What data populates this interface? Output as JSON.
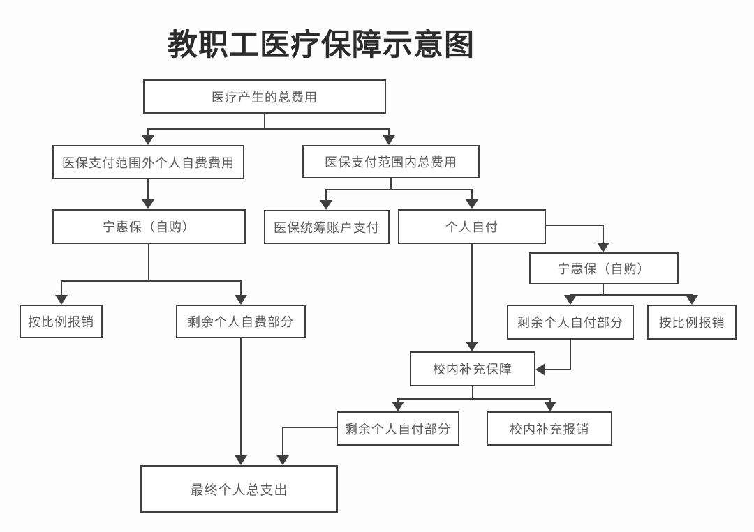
{
  "title": "教职工医疗保障示意图",
  "diagram": {
    "nodes": {
      "total_cost": {
        "label": "医疗产生的总费用"
      },
      "out_of_scope": {
        "label": "医保支付范围外个人自费费用"
      },
      "in_scope": {
        "label": "医保支付范围内总费用"
      },
      "ninghuibao_left": {
        "label": "宁惠保（自购）"
      },
      "pooled_account": {
        "label": "医保统筹账户支付"
      },
      "self_pay": {
        "label": "个人自付"
      },
      "ninghuibao_right": {
        "label": "宁惠保（自购）"
      },
      "proportional_left": {
        "label": "按比例报销"
      },
      "remaining_self_funded": {
        "label": "剩余个人自费部分"
      },
      "remaining_self_pay_right": {
        "label": "剩余个人自付部分"
      },
      "proportional_right": {
        "label": "按比例报销"
      },
      "school_supplement": {
        "label": "校内补充保障"
      },
      "remaining_self_pay_bottom": {
        "label": "剩余个人自付部分"
      },
      "school_reimburse": {
        "label": "校内补充报销"
      },
      "final_total": {
        "label": "最终个人总支出"
      }
    },
    "edges": [
      {
        "from": "total_cost",
        "to": "out_of_scope"
      },
      {
        "from": "total_cost",
        "to": "in_scope"
      },
      {
        "from": "out_of_scope",
        "to": "ninghuibao_left"
      },
      {
        "from": "in_scope",
        "to": "pooled_account"
      },
      {
        "from": "in_scope",
        "to": "self_pay"
      },
      {
        "from": "self_pay",
        "to": "ninghuibao_right"
      },
      {
        "from": "self_pay",
        "to": "school_supplement"
      },
      {
        "from": "ninghuibao_left",
        "to": "proportional_left"
      },
      {
        "from": "ninghuibao_left",
        "to": "remaining_self_funded"
      },
      {
        "from": "ninghuibao_right",
        "to": "remaining_self_pay_right"
      },
      {
        "from": "ninghuibao_right",
        "to": "proportional_right"
      },
      {
        "from": "remaining_self_pay_right",
        "to": "school_supplement"
      },
      {
        "from": "school_supplement",
        "to": "remaining_self_pay_bottom"
      },
      {
        "from": "school_supplement",
        "to": "school_reimburse"
      },
      {
        "from": "remaining_self_funded",
        "to": "final_total"
      },
      {
        "from": "remaining_self_pay_bottom",
        "to": "final_total"
      }
    ],
    "colors": {
      "line": "#3f3f3f",
      "box_border": "#3f3f3f",
      "box_fill": "#ffffff",
      "text": "#595959",
      "title": "#2b2b2b",
      "background": "#fdfdfd"
    }
  }
}
